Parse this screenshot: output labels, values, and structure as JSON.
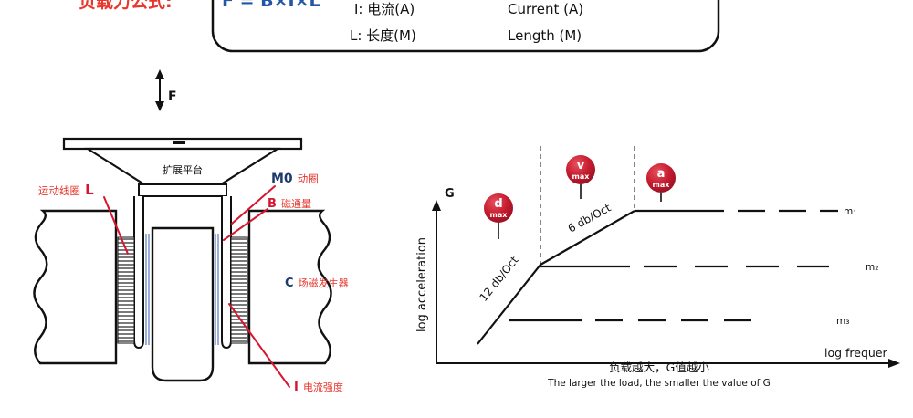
{
  "colors": {
    "ink": "#111111",
    "red": "#d6152f",
    "label_red": "#e8362c",
    "navy": "#1e3a6e",
    "formula_blue": "#2456a8",
    "flux_blue": "#5b79c0",
    "badge_red": "#c41a2e"
  },
  "formula_box": {
    "clipped_title": "负载力公式:",
    "clipped_formula": "F = B×I×L",
    "rows": [
      {
        "cn": "I: 电流(A)",
        "en": "Current (A)"
      },
      {
        "cn": "L: 长度(M)",
        "en": "Length (M)"
      }
    ]
  },
  "shaker": {
    "force_label": "F",
    "platform_label": "扩展平台",
    "labels": {
      "moving_coil_cn": "运动线圈",
      "moving_coil_sym": " L",
      "m0_sym": "M0",
      "m0_cn": " 动圈",
      "flux_sym": "B",
      "flux_cn": " 磁通量",
      "field_sym": "C",
      "field_cn": " 场磁发生器",
      "current_sym": "I",
      "current_cn": " 电流强度"
    }
  },
  "graph": {
    "y_symbol": "G",
    "y_axis_label": "log acceleration",
    "x_axis_label": "log frequer",
    "slope_steep": "12 db/Oct",
    "slope_shallow": "6 db/Oct",
    "badges": [
      {
        "letter": "d",
        "sub": "max"
      },
      {
        "letter": "v",
        "sub": "max"
      },
      {
        "letter": "a",
        "sub": "max"
      }
    ],
    "mass_labels": [
      "m₁",
      "m₂",
      "m₃"
    ],
    "caption_cn": "负载越大，G值越小",
    "caption_en": "The larger the load, the smaller the value of G"
  }
}
